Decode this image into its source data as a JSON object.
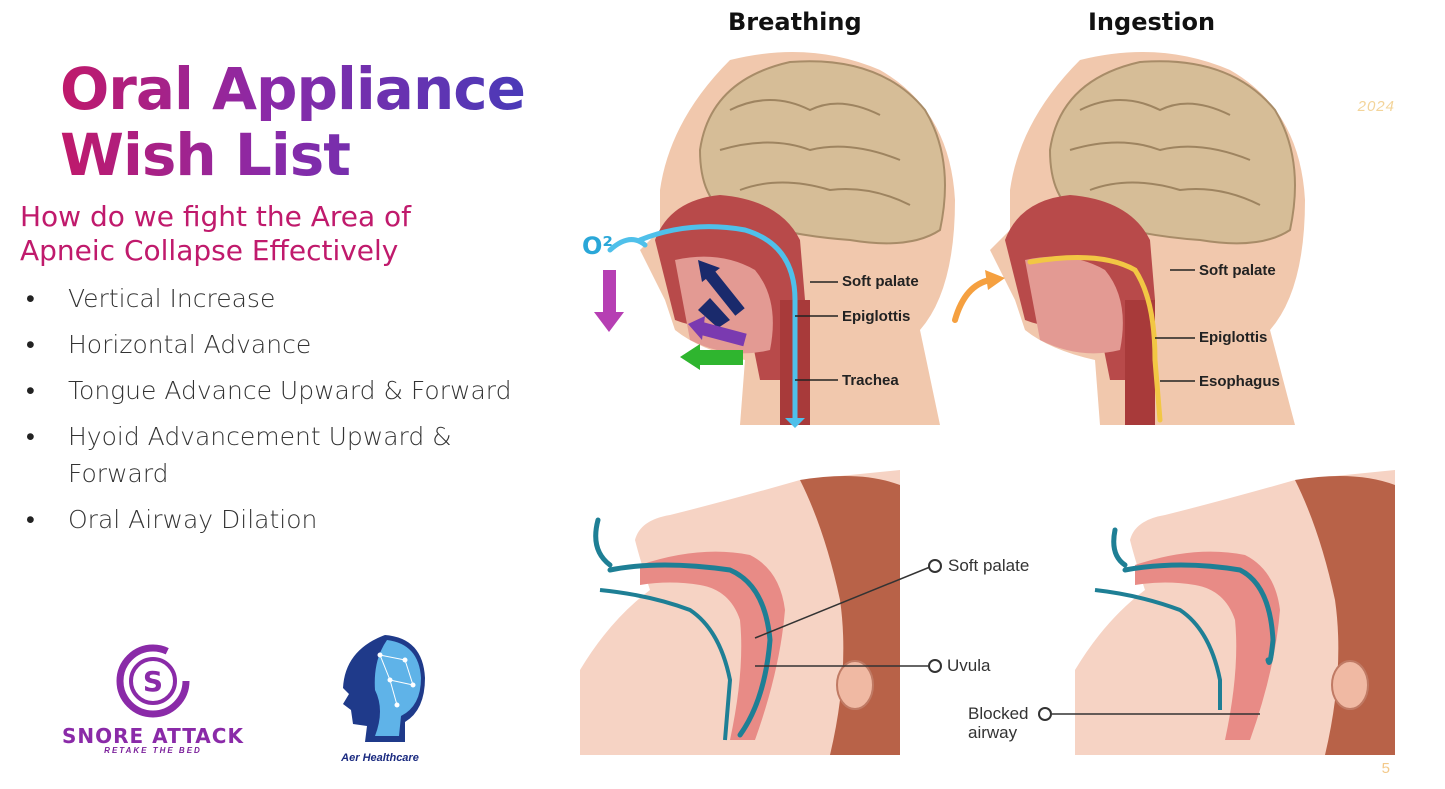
{
  "slide": {
    "title_line1": "Oral Appliance",
    "title_line2": "Wish List",
    "subtitle_line1": "How do we fight the Area of",
    "subtitle_line2": "Apneic Collapse Effectively",
    "bullets": [
      "Vertical Increase",
      "Horizontal Advance",
      "Tongue Advance Upward & Forward",
      "Hyoid Advancement Upward & Forward",
      "Oral Airway Dilation"
    ],
    "year": "2024",
    "page_number": "5"
  },
  "figure_top": {
    "left_title": "Breathing",
    "right_title": "Ingestion",
    "o2_label": "O²",
    "left_labels": [
      "Soft palate",
      "Epiglottis",
      "Trachea"
    ],
    "right_labels": [
      "Soft palate",
      "Epiglottis",
      "Esophagus"
    ]
  },
  "figure_bottom": {
    "labels": [
      "Soft palate",
      "Uvula"
    ],
    "blocked_line1": "Blocked",
    "blocked_line2": "airway"
  },
  "logos": {
    "snore_name": "SNORE ATTACK",
    "snore_tagline": "RETAKE THE BED",
    "aer_name": "Aer Healthcare"
  },
  "colors": {
    "title_start": "#c0196a",
    "title_end": "#4a3ab8",
    "subtitle": "#c01a6c",
    "airflow": "#2aa7d8",
    "food_path": "#f2c744"
  }
}
